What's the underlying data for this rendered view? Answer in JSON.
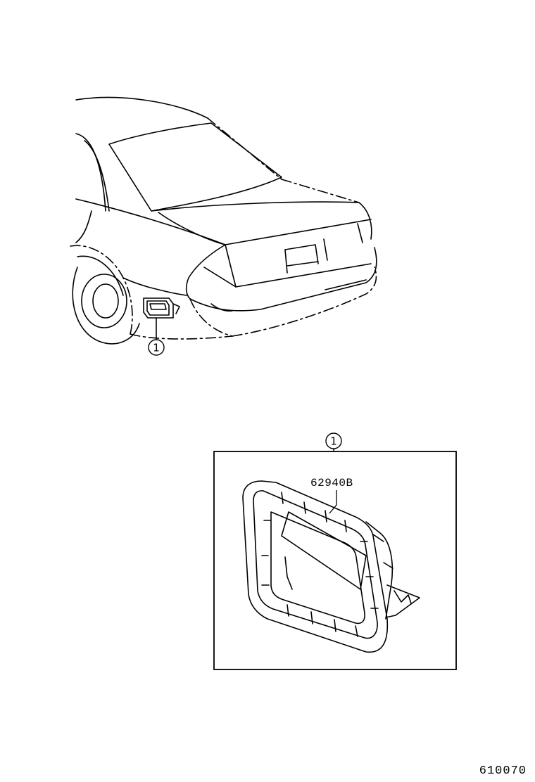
{
  "callouts": {
    "car_callout": "1",
    "detail_callout": "1"
  },
  "detail": {
    "part_number": "62940B"
  },
  "figure_number": "610070"
}
